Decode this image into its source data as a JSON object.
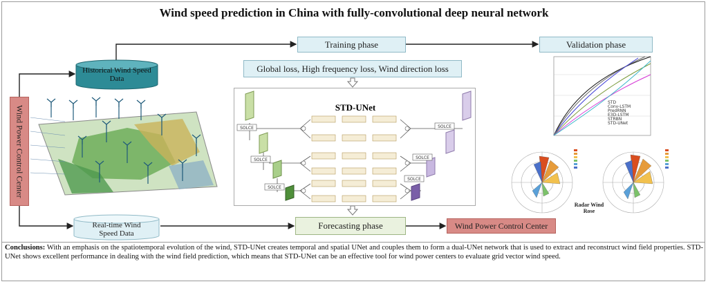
{
  "title": "Wind speed prediction in China with fully-convolutional deep neural network",
  "nodes": {
    "historical": "Historical Wind Speed Data",
    "training": "Training phase",
    "validation": "Validation phase",
    "losses": "Global loss, High frequency loss, Wind direction loss",
    "stdunet": "STD-UNet",
    "control_vertical": "Wind Power Control Center",
    "realtime": "Real-time Wind Speed Data",
    "forecasting": "Forecasting phase",
    "control_horizontal": "Wind Power Control Center",
    "radar_caption": "Radar Wind Rose"
  },
  "unet": {
    "block_label": "SOLCE"
  },
  "legend_line": [
    "STD",
    "Conv-LSTM",
    "PredRNN",
    "E3D-LSTM",
    "STRBN",
    "STD-UNet"
  ],
  "colors": {
    "historical": "#2d8b96",
    "control": "#d88a86",
    "box_blue": "#dff0f5",
    "box_green": "#eaf2df"
  },
  "conclusion": {
    "label": "Conclusions:",
    "text": "With an emphasis on the spatiotemporal evolution of the wind, STD-UNet creates temporal and spatial UNet and couples them to form a dual-UNet network that is used to extract and reconstruct wind field properties. STD-UNet shows excellent performance in dealing with the wind field prediction, which means that STD-UNet can be an effective tool for wind power centers to evaluate grid vector wind speed."
  }
}
